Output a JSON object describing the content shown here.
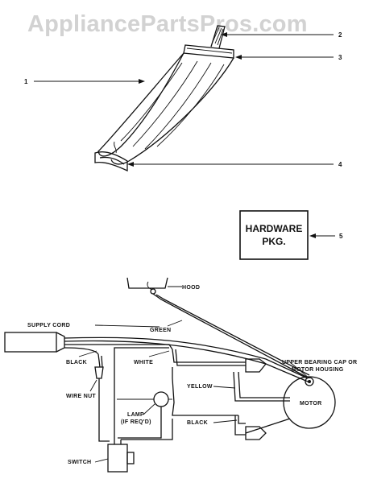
{
  "watermark": "AppliancePartsPros.com",
  "callouts": [
    "1",
    "2",
    "3",
    "4",
    "5"
  ],
  "hardware_box": {
    "line1": "HARDWARE",
    "line2": "PKG."
  },
  "wiring_labels": {
    "hood": "HOOD",
    "supply_cord": "SUPPLY CORD",
    "green": "GREEN",
    "black_upper": "BLACK",
    "white": "WHITE",
    "upper_bearing_1": "UPPER BEARING CAP OR",
    "upper_bearing_2": "MOTOR HOUSING",
    "wire_nut": "WIRE NUT",
    "yellow": "YELLOW",
    "lamp_1": "LAMP",
    "lamp_2": "(IF REQ'D)",
    "black_lower": "BLACK",
    "motor": "MOTOR",
    "switch": "SWITCH"
  }
}
